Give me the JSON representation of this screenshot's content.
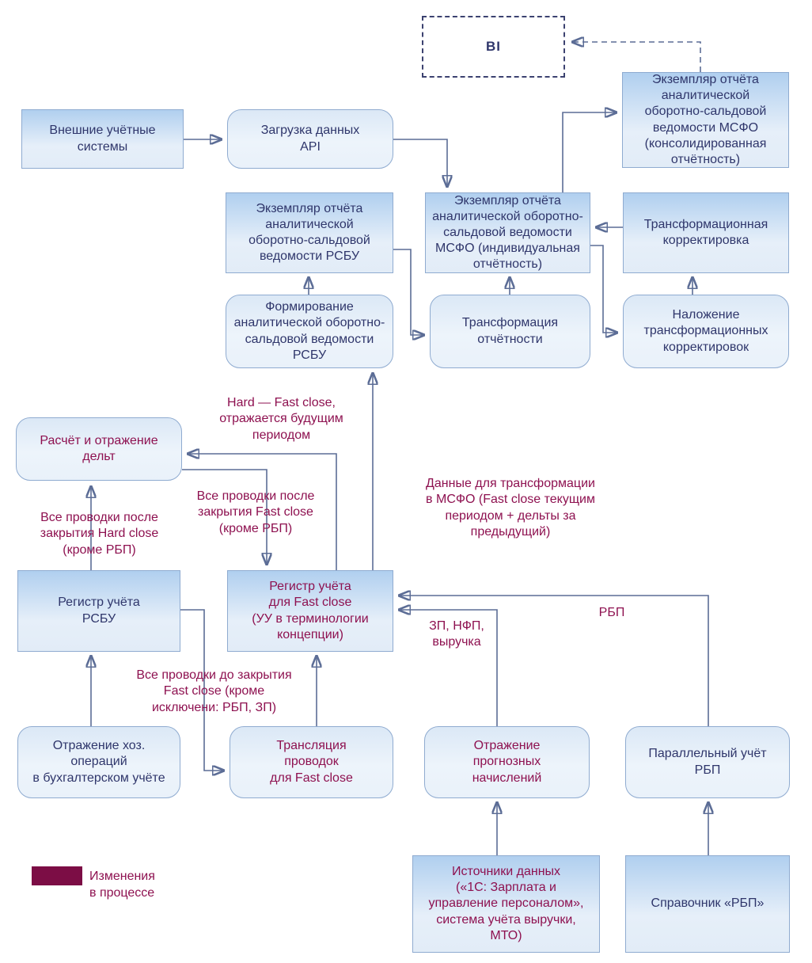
{
  "colors": {
    "box_text": "#2f366b",
    "changed_text": "#8e1150",
    "line": "#5c6d96",
    "box_border": "#8fabd0",
    "legend_swatch": "#7c0d45",
    "rect_top": "#b0cfef",
    "rect_bottom": "#e6eff9",
    "round_top": "#dbe8f6",
    "round_bottom": "#edf4fb",
    "bi_border": "#3c4270"
  },
  "nodes": {
    "bi": "BI",
    "external_systems": "Внешние учётные\nсистемы",
    "api_load": "Загрузка данных\nAPI",
    "msfo_consolidated": "Экземпляр отчёта\nаналитической\nоборотно-сальдовой\nведомости МСФО\n(консолидированная\nотчётность)",
    "rsbu_instance": "Экземпляр отчёта\nаналитической\nоборотно-сальдовой\nведомости РСБУ",
    "msfo_individual": "Экземпляр отчёта\nаналитической оборотно-\nсальдовой ведомости\nМСФО (индивидуальная\nотчётность)",
    "transformation_adjustment": "Трансформационная\nкорректировка",
    "rsbu_formation": "Формирование\nаналитической оборотно-\nсальдовой ведомости\nРСБУ",
    "reporting_transformation": "Трансформация\nотчётности",
    "adjustments_overlay": "Наложение\nтрансформационных\nкорректировок",
    "delta_calc": "Расчёт и отражение\nдельт",
    "rsbu_register": "Регистр учёта\nРСБУ",
    "fastclose_register": "Регистр учёта\nдля Fast close\n(УУ в терминологии\nконцепции)",
    "business_ops": "Отражение хоз.\nопераций\nв бухгалтерском учёте",
    "postings_translation": "Трансляция\nпроводок\nдля Fast close",
    "forecast_accruals": "Отражение\nпрогнозных\nначислений",
    "parallel_rbp": "Параллельный учёт\nРБП",
    "data_sources": "Источники данных\n(«1С: Зарплата и\nуправление персоналом»,\nсистема учёта выручки,\nМТО)",
    "rbp_dictionary": "Справочник «РБП»"
  },
  "edge_labels": {
    "hard_fast_close": "Hard — Fast close,\nотражается будущим\nпериодом",
    "after_fast_close": "Все проводки после\nзакрытия Fast close\n(кроме РБП)",
    "after_hard_close": "Все проводки после\nзакрытия Hard close\n(кроме РБП)",
    "data_for_transformation": "Данные для трансформации\nв МСФО (Fast close текущим\nпериодом + дельты за\nпредыдущий)",
    "before_fast_close": "Все проводки до закрытия\nFast close (кроме\nисключени: РБП, ЗП)",
    "zp_nfp_revenue": "ЗП, НФП,\nвыручка",
    "rbp": "РБП"
  },
  "legend": {
    "label": "Изменения\nв процессе"
  }
}
